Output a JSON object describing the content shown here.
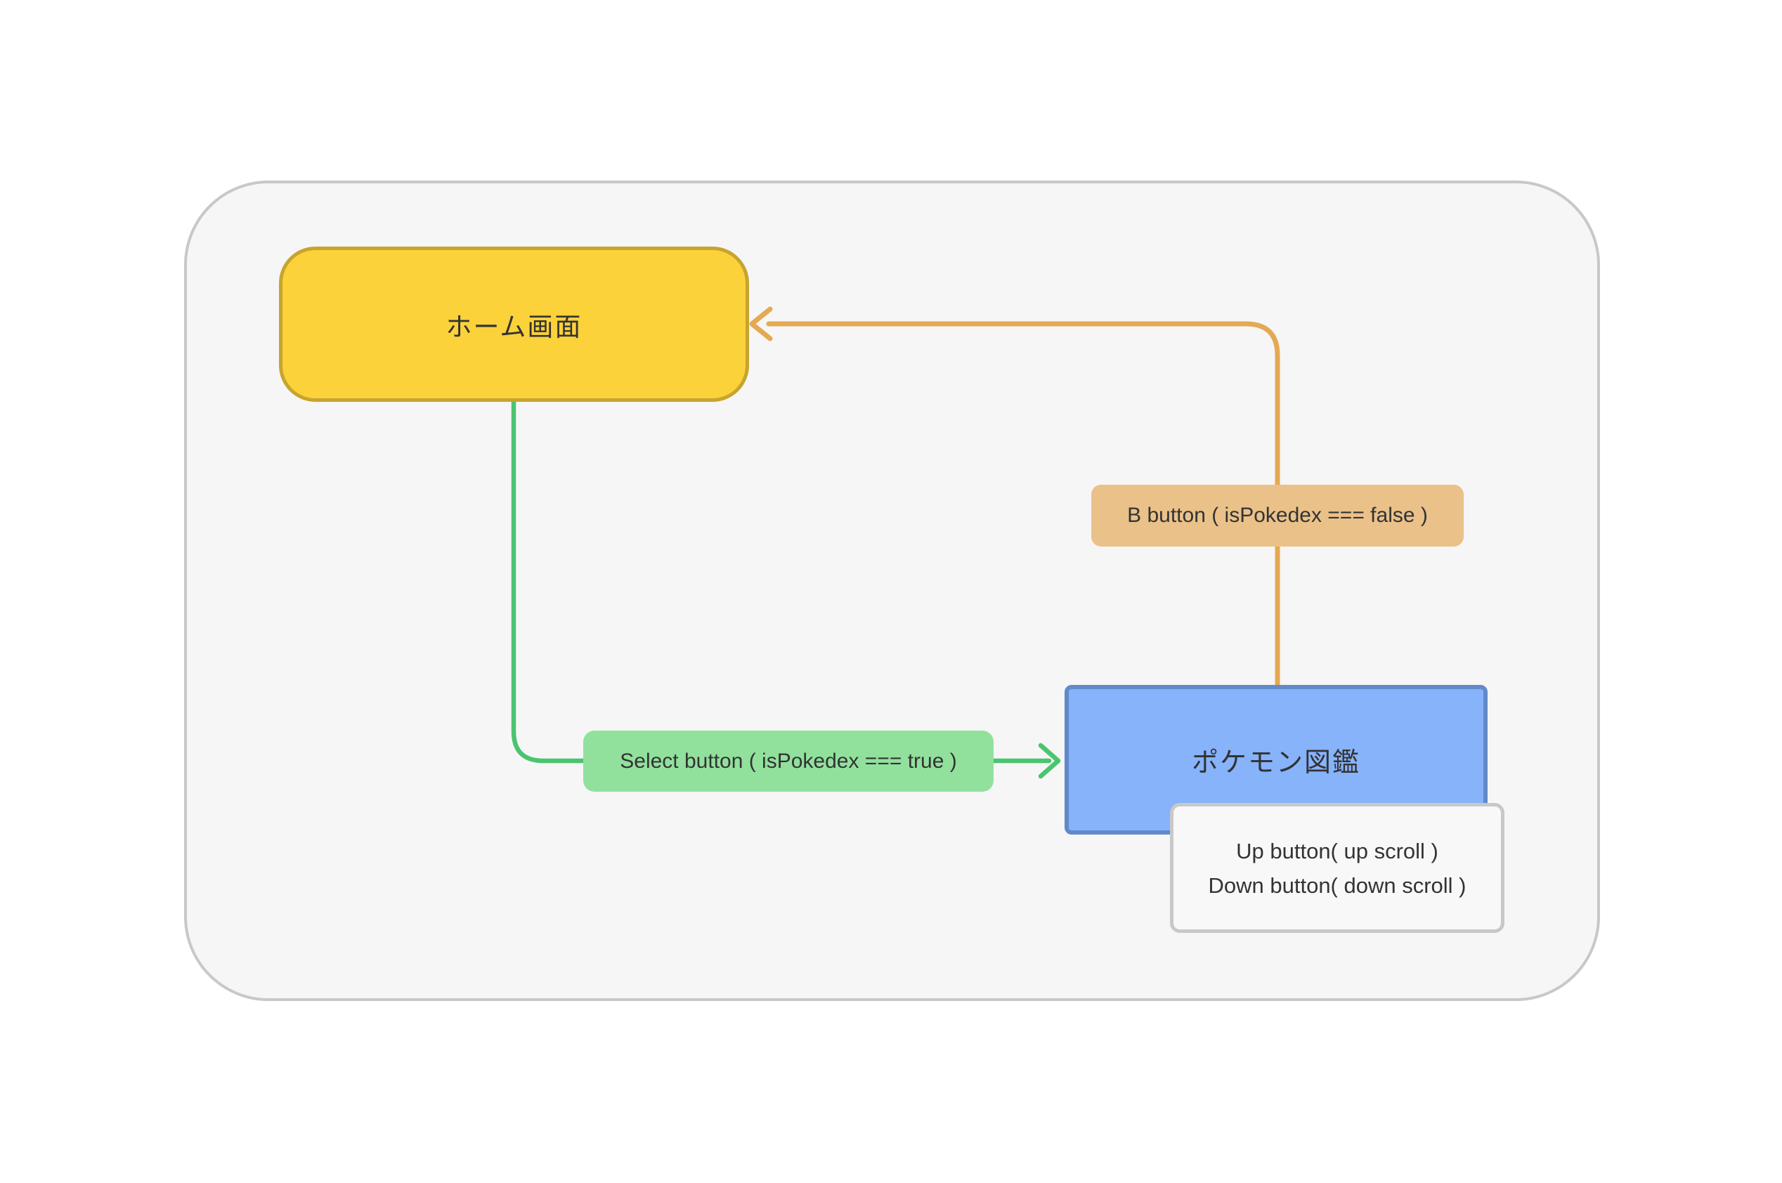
{
  "diagram": {
    "nodes": {
      "home": {
        "label": "ホーム画面"
      },
      "pokedex": {
        "label": "ポケモン図鑑"
      }
    },
    "edges": {
      "select": {
        "label": "Select button ( isPokedex === true )"
      },
      "b": {
        "label": "B button ( isPokedex === false )"
      }
    },
    "note": {
      "line1": "Up button( up scroll )",
      "line2": "Down button( down scroll )"
    }
  },
  "colors": {
    "page_bg": "#ffffff",
    "container_bg": "#f6f6f6",
    "container_border": "#c8c8c8",
    "home_fill": "#fcd23a",
    "home_border": "#c7a42e",
    "pokedex_fill": "#87b3fb",
    "pokedex_border": "#6289c8",
    "green_edge": "#4bc470",
    "green_label_bg": "#91e19d",
    "orange_edge": "#e4a952",
    "orange_label_bg": "#eac189",
    "note_bg": "#f8f8f8",
    "note_border": "#c8c8c8",
    "text": "#333333"
  }
}
